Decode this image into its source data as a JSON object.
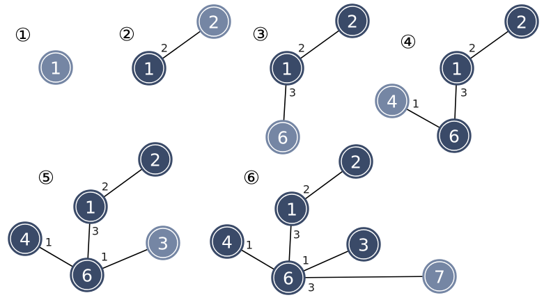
{
  "colors": {
    "selected_node": "#3a4a68",
    "candidate_node": "#7586a4",
    "edge": "#000000",
    "text": "#000000",
    "background": "#ffffff"
  },
  "panels": [
    {
      "step": "①",
      "nodes": [
        {
          "id": "1",
          "state": "candidate"
        }
      ],
      "edges": []
    },
    {
      "step": "②",
      "nodes": [
        {
          "id": "1",
          "state": "selected"
        },
        {
          "id": "2",
          "state": "candidate"
        }
      ],
      "edges": [
        {
          "from": "1",
          "to": "2",
          "weight": "2"
        }
      ]
    },
    {
      "step": "③",
      "nodes": [
        {
          "id": "1",
          "state": "selected"
        },
        {
          "id": "2",
          "state": "selected"
        },
        {
          "id": "6",
          "state": "candidate"
        }
      ],
      "edges": [
        {
          "from": "1",
          "to": "2",
          "weight": "2"
        },
        {
          "from": "1",
          "to": "6",
          "weight": "3"
        }
      ]
    },
    {
      "step": "④",
      "nodes": [
        {
          "id": "1",
          "state": "selected"
        },
        {
          "id": "2",
          "state": "selected"
        },
        {
          "id": "6",
          "state": "selected"
        },
        {
          "id": "4",
          "state": "candidate"
        }
      ],
      "edges": [
        {
          "from": "1",
          "to": "2",
          "weight": "2"
        },
        {
          "from": "1",
          "to": "6",
          "weight": "3"
        },
        {
          "from": "6",
          "to": "4",
          "weight": "1"
        }
      ]
    },
    {
      "step": "⑤",
      "nodes": [
        {
          "id": "1",
          "state": "selected"
        },
        {
          "id": "2",
          "state": "selected"
        },
        {
          "id": "6",
          "state": "selected"
        },
        {
          "id": "4",
          "state": "selected"
        },
        {
          "id": "3",
          "state": "candidate"
        }
      ],
      "edges": [
        {
          "from": "1",
          "to": "2",
          "weight": "2"
        },
        {
          "from": "1",
          "to": "6",
          "weight": "3"
        },
        {
          "from": "6",
          "to": "4",
          "weight": "1"
        },
        {
          "from": "6",
          "to": "3",
          "weight": "1"
        }
      ]
    },
    {
      "step": "⑥",
      "nodes": [
        {
          "id": "1",
          "state": "selected"
        },
        {
          "id": "2",
          "state": "selected"
        },
        {
          "id": "6",
          "state": "selected"
        },
        {
          "id": "4",
          "state": "selected"
        },
        {
          "id": "3",
          "state": "selected"
        },
        {
          "id": "7",
          "state": "candidate"
        }
      ],
      "edges": [
        {
          "from": "1",
          "to": "2",
          "weight": "2"
        },
        {
          "from": "1",
          "to": "6",
          "weight": "3"
        },
        {
          "from": "6",
          "to": "4",
          "weight": "1"
        },
        {
          "from": "6",
          "to": "3",
          "weight": "1"
        },
        {
          "from": "6",
          "to": "7",
          "weight": "3"
        }
      ]
    }
  ]
}
